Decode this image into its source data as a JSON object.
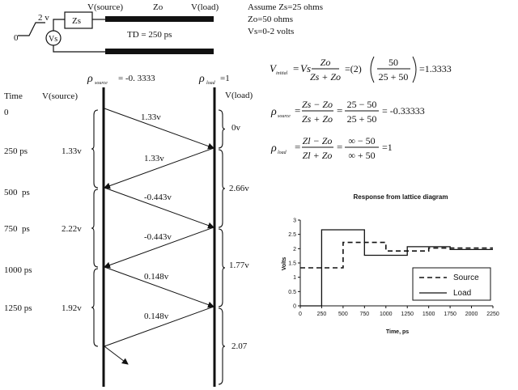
{
  "circuit": {
    "src_voltage_label": "2 v",
    "zero_label": "0",
    "vs_label": "Vs",
    "zs_label": "Zs",
    "vsource_label": "V(source)",
    "zo_label": "Zo",
    "vload_label": "V(load)",
    "td_label": "TD = 250 ps"
  },
  "assumptions": [
    "Assume Zs=25 ohms",
    "Zo=50 ohms",
    "Vs=0-2 volts"
  ],
  "lattice": {
    "rho_source_sym": "ρ",
    "rho_source_sub": "source",
    "rho_source_val": "= -0. 3333",
    "rho_load_sym": "ρ",
    "rho_load_sub": "load",
    "rho_load_val": "=1",
    "col_time": "Time",
    "col_vsource": "V(source)",
    "col_vload": "V(load)",
    "time_rows": [
      {
        "time": "0",
        "v": ""
      },
      {
        "time": "250 ps",
        "v": "1.33v"
      },
      {
        "time": "500  ps",
        "v": ""
      },
      {
        "time": "750  ps",
        "v": "2.22v"
      },
      {
        "time": "1000 ps",
        "v": ""
      },
      {
        "time": "1250 ps",
        "v": "1.92v"
      }
    ],
    "wave_labels": [
      "1.33v",
      "1.33v",
      "-0.443v",
      "-0.443v",
      "0.148v",
      "0.148v"
    ],
    "load_values": [
      "0v",
      "2.66v",
      "1.77v",
      "2.07"
    ]
  },
  "equations": {
    "v_initial": {
      "lhs": "V",
      "lhs_sub": "initial",
      "eq": "=",
      "f1_pre": "Vs",
      "f1_num": "Zo",
      "f1_den": "Zs + Zo",
      "mid": "=(2)",
      "f2_num": "50",
      "f2_den": "25 + 50",
      "result": "=1.3333"
    },
    "rho_source": {
      "lhs": "ρ",
      "lhs_sub": "source",
      "eq": "=",
      "f1_num": "Zs − Zo",
      "f1_den": "Zs + Zo",
      "eq2": "=",
      "f2_num": "25 − 50",
      "f2_den": "25 + 50",
      "result": "= -0.33333"
    },
    "rho_load": {
      "lhs": "ρ",
      "lhs_sub": "load",
      "eq": "=",
      "f1_num": "Zl − Zo",
      "f1_den": "Zl + Zo",
      "eq2": "=",
      "f2_num": "∞ − 50",
      "f2_den": "∞ + 50",
      "result": "=1"
    }
  },
  "chart_data": {
    "type": "line",
    "title": "Response from lattice diagram",
    "xlabel": "Time, ps",
    "ylabel": "Volts",
    "xlim": [
      0,
      2250
    ],
    "ylim": [
      0,
      3
    ],
    "xticks": [
      0,
      250,
      500,
      750,
      1000,
      1250,
      1500,
      1750,
      2000,
      2250
    ],
    "yticks": [
      0,
      0.5,
      1,
      1.5,
      2,
      2.5,
      3
    ],
    "ytick_labels": [
      "0",
      "0.5",
      "1",
      "1.5",
      "2",
      "2.5",
      "3"
    ],
    "legend_position": "bottom-right",
    "grid": false,
    "series": [
      {
        "name": "Source",
        "style": "dashed",
        "points": [
          [
            0,
            1.33
          ],
          [
            500,
            1.33
          ],
          [
            500,
            2.22
          ],
          [
            1000,
            2.22
          ],
          [
            1000,
            1.92
          ],
          [
            1500,
            1.92
          ],
          [
            1500,
            2.02
          ],
          [
            2250,
            2.02
          ]
        ]
      },
      {
        "name": "Load",
        "style": "solid",
        "points": [
          [
            0,
            0
          ],
          [
            250,
            0
          ],
          [
            250,
            2.66
          ],
          [
            750,
            2.66
          ],
          [
            750,
            1.77
          ],
          [
            1250,
            1.77
          ],
          [
            1250,
            2.07
          ],
          [
            1750,
            2.07
          ],
          [
            1750,
            1.97
          ],
          [
            2250,
            1.97
          ]
        ]
      }
    ]
  }
}
